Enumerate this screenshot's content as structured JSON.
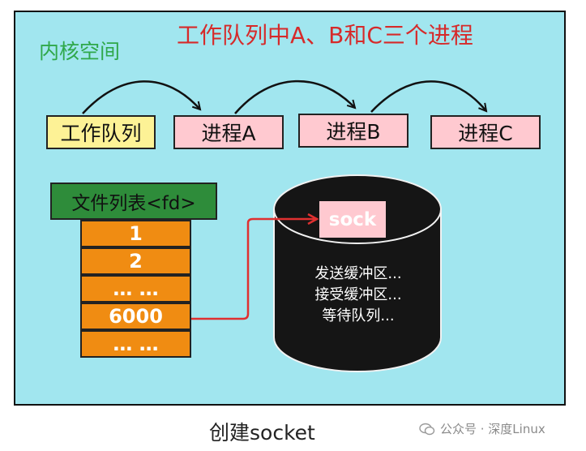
{
  "header": {
    "title": "工作队列中A、B和C三个进程",
    "kernel_space": "内核空间"
  },
  "queue": {
    "label": "工作队列",
    "processes": [
      "进程A",
      "进程B",
      "进程C"
    ]
  },
  "fd_table": {
    "title": "文件列表<fd>",
    "rows": [
      "1",
      "2",
      "… …",
      "6000",
      "… …"
    ]
  },
  "socket": {
    "label": "sock",
    "lines": [
      "发送缓冲区...",
      "接受缓冲区...",
      "等待队列..."
    ]
  },
  "caption": "创建socket",
  "watermark": "公众号 · 深度Linux",
  "colors": {
    "panel": "#a1e6ef",
    "title": "#d62a2a",
    "kernel": "#2fa84a",
    "queue": "#fdf296",
    "process": "#ffc9d0",
    "fd_header": "#2e8c3a",
    "fd_cell": "#f08c12",
    "arrow_red": "#e03030",
    "cylinder": "#151515"
  }
}
